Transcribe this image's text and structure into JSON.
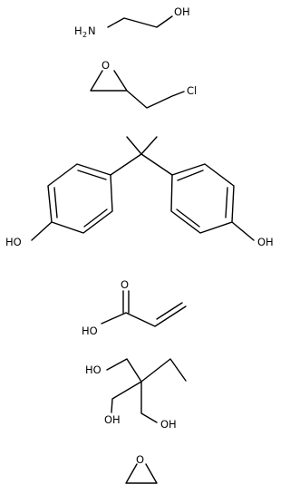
{
  "molecules": [
    {
      "name": "ethanolamine",
      "labels": {
        "amine": "H",
        "amine_sub": "2",
        "amine_n": "N",
        "hydroxyl": "OH"
      }
    },
    {
      "name": "epichlorohydrin",
      "labels": {
        "ring_oxygen": "O",
        "chlorine": "Cl"
      }
    },
    {
      "name": "bisphenol-a",
      "labels": {
        "left_hydroxyl": "HO",
        "right_hydroxyl": "OH"
      }
    },
    {
      "name": "acrylic-acid",
      "labels": {
        "carbonyl_oxygen": "O",
        "hydroxyl": "HO"
      }
    },
    {
      "name": "trimethylolpropane",
      "labels": {
        "top_hydroxyl": "HO",
        "left_hydroxyl": "OH",
        "right_hydroxyl": "OH"
      }
    },
    {
      "name": "ethylene-oxide",
      "labels": {
        "ring_oxygen": "O"
      }
    }
  ],
  "colors": {
    "bond": "#000000",
    "text": "#000000",
    "background": "#ffffff"
  }
}
